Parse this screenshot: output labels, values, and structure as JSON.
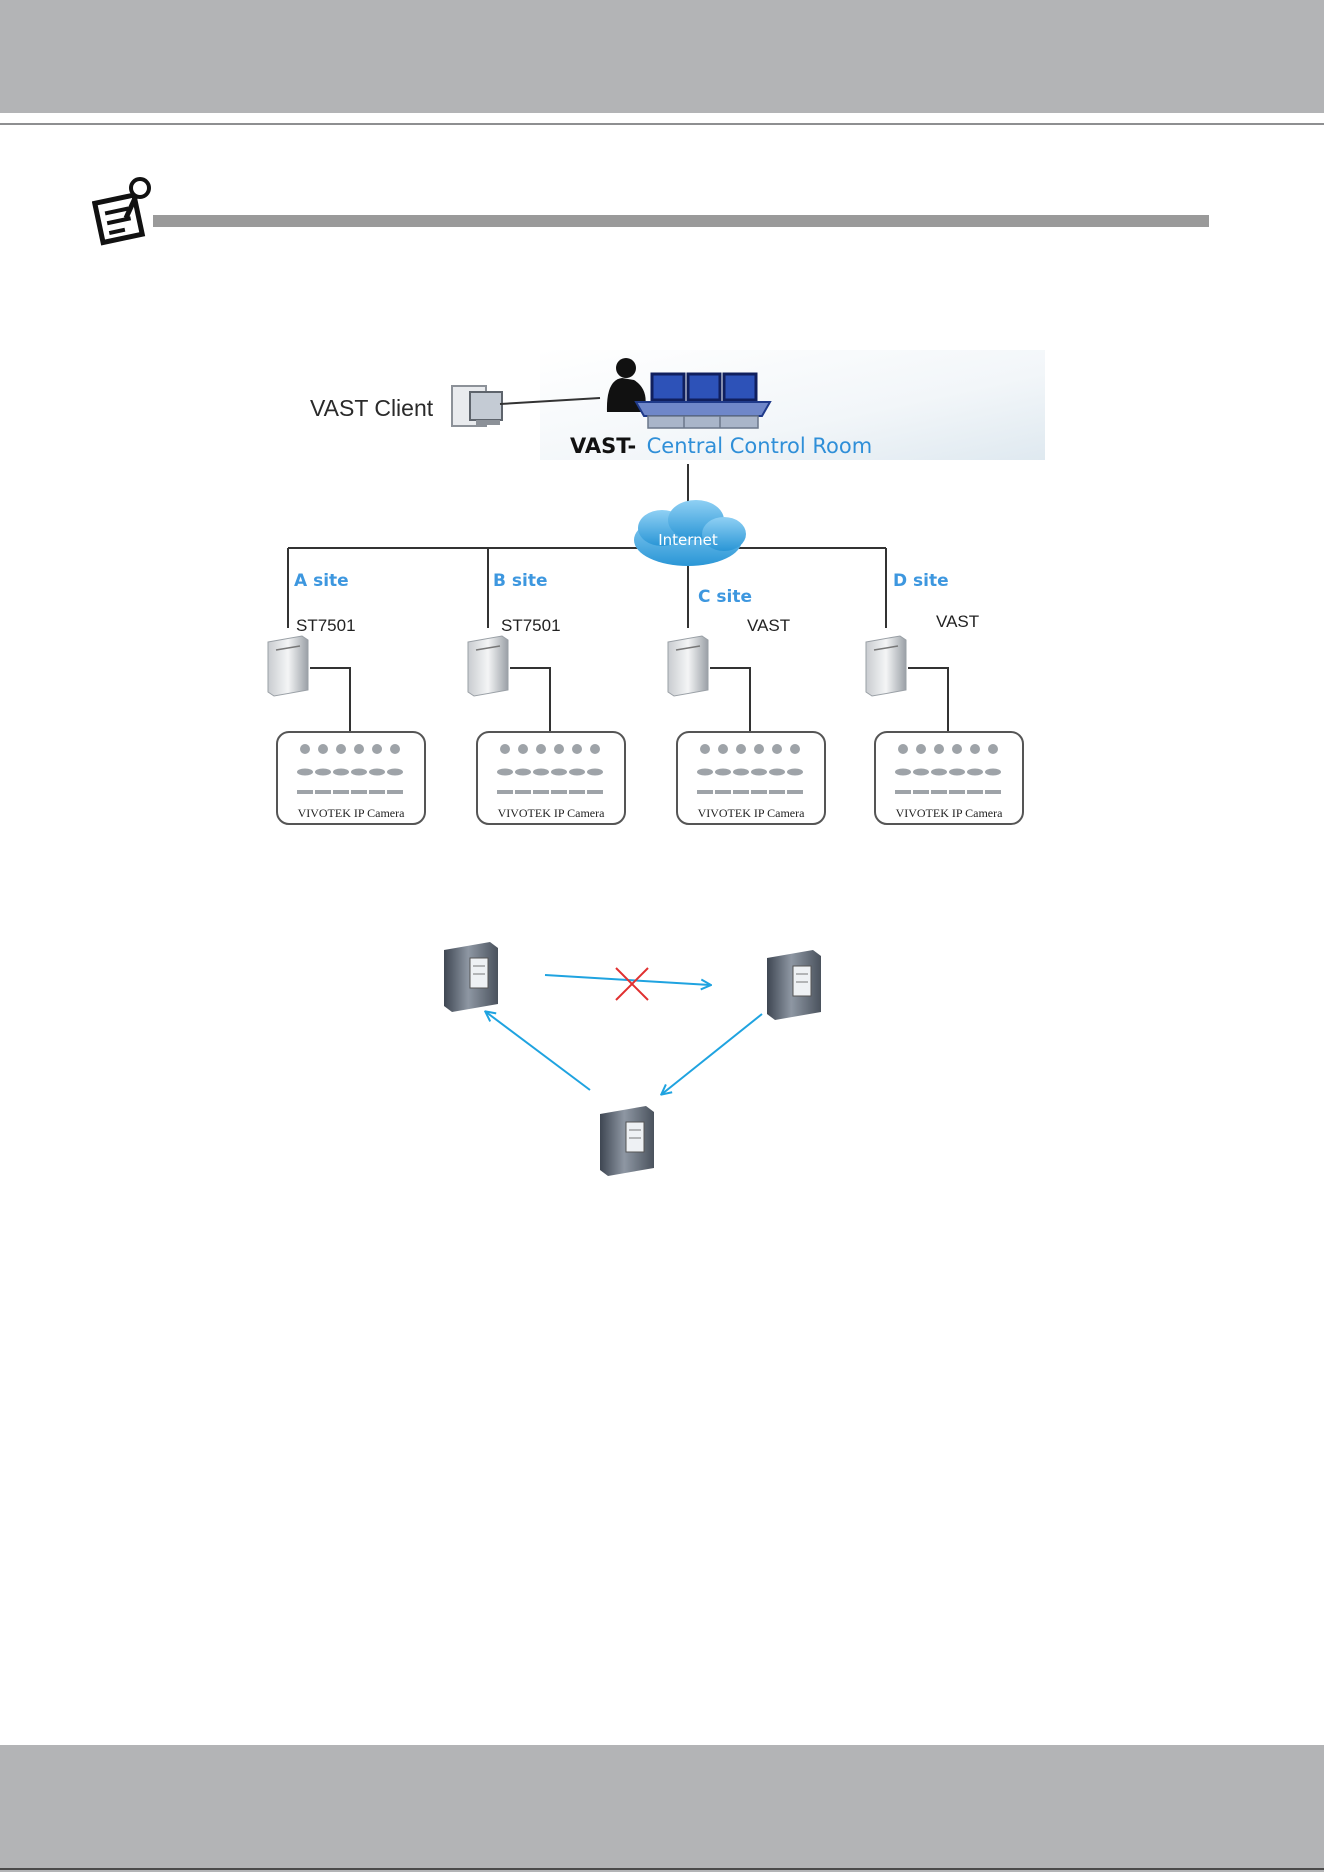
{
  "diagram": {
    "client_label": "VAST Client",
    "vast_label": "VAST-",
    "room_label": "Central Control Room",
    "internet_label": "Internet",
    "sites": [
      {
        "name": "A site",
        "model": "ST7501",
        "camera_label": "VIVOTEK IP Camera"
      },
      {
        "name": "B site",
        "model": "ST7501",
        "camera_label": "VIVOTEK IP Camera"
      },
      {
        "name": "C site",
        "model": "VAST",
        "camera_label": "VIVOTEK IP Camera"
      },
      {
        "name": "D site",
        "model": "VAST",
        "camera_label": "VIVOTEK IP Camera"
      }
    ]
  },
  "icons": {
    "note": "note-icon",
    "client": "computer-icon",
    "operator": "operator-icon",
    "monitors": "monitor-wall-icon",
    "cloud": "cloud-icon",
    "server": "server-icon",
    "camera": "camera-icon",
    "blocked": "red-x-icon"
  },
  "colors": {
    "band": "#b3b4b6",
    "accent_blue": "#2f8fd8",
    "arrow_blue": "#1fa3e0",
    "block_red": "#e03030"
  }
}
